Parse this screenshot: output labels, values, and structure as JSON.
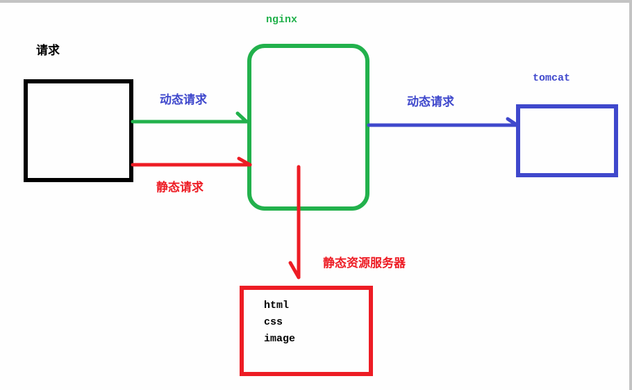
{
  "colors": {
    "black": "#000000",
    "green": "#22b14c",
    "red": "#ed1c24",
    "blue": "#3f48cc",
    "frame": "#c3c3c3"
  },
  "nodes": {
    "client": {
      "label": "请求"
    },
    "nginx": {
      "label": "nginx"
    },
    "tomcat": {
      "label": "tomcat"
    },
    "static_server": {
      "label": "静态资源服务器",
      "contents": [
        "html",
        "css",
        "image"
      ]
    }
  },
  "edges": {
    "client_to_nginx_dynamic": {
      "label": "动态请求"
    },
    "client_to_nginx_static": {
      "label": "静态请求"
    },
    "nginx_to_tomcat": {
      "label": "动态请求"
    },
    "nginx_to_static": {
      "label": ""
    }
  }
}
